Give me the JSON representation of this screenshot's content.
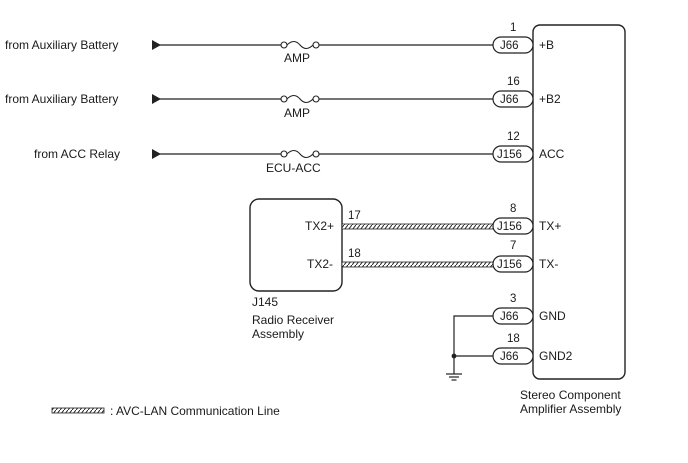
{
  "inputs": [
    {
      "source": "from Auxiliary Battery",
      "fuse": "AMP",
      "pin": "1",
      "connector": "J66",
      "terminal": "+B"
    },
    {
      "source": "from Auxiliary Battery",
      "fuse": "AMP",
      "pin": "16",
      "connector": "J66",
      "terminal": "+B2"
    },
    {
      "source": "from ACC Relay",
      "fuse": "ECU-ACC",
      "pin": "12",
      "connector": "J156",
      "terminal": "ACC"
    }
  ],
  "lan": [
    {
      "radio_terminal": "TX2+",
      "radio_pin": "17",
      "pin": "8",
      "connector": "J156",
      "terminal": "TX+"
    },
    {
      "radio_terminal": "TX2-",
      "radio_pin": "18",
      "pin": "7",
      "connector": "J156",
      "terminal": "TX-"
    }
  ],
  "grounds": [
    {
      "pin": "3",
      "connector": "J66",
      "terminal": "GND"
    },
    {
      "pin": "18",
      "connector": "J66",
      "terminal": "GND2"
    }
  ],
  "radio": {
    "id": "J145",
    "name_line1": "Radio Receiver",
    "name_line2": "Assembly"
  },
  "amplifier": {
    "name_line1": "Stereo Component",
    "name_line2": "Amplifier Assembly"
  },
  "legend": {
    "text": ": AVC-LAN Communication Line"
  }
}
